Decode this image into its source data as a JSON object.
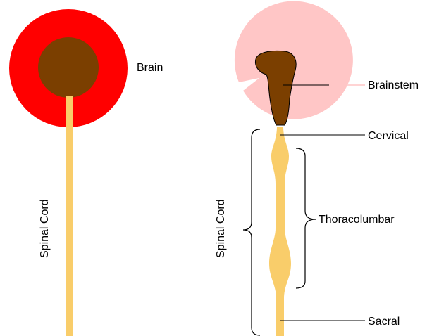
{
  "left_diagram": {
    "brain_label": "Brain",
    "spinal_cord_label": "Spinal Cord"
  },
  "right_diagram": {
    "brainstem_label": "Brainstem",
    "cervical_label": "Cervical",
    "thoracolumbar_label": "Thoracolumbar",
    "sacral_label": "Sacral",
    "spinal_cord_label": "Spinal Cord"
  },
  "colors": {
    "brain_outer_red": "#ff0000",
    "brain_inner_brown": "#7b3f00",
    "brain_pink": "#ffc6c6",
    "brainstem_brown": "#7b3f00",
    "spinal_cord_yellow": "#f9cd6a"
  }
}
